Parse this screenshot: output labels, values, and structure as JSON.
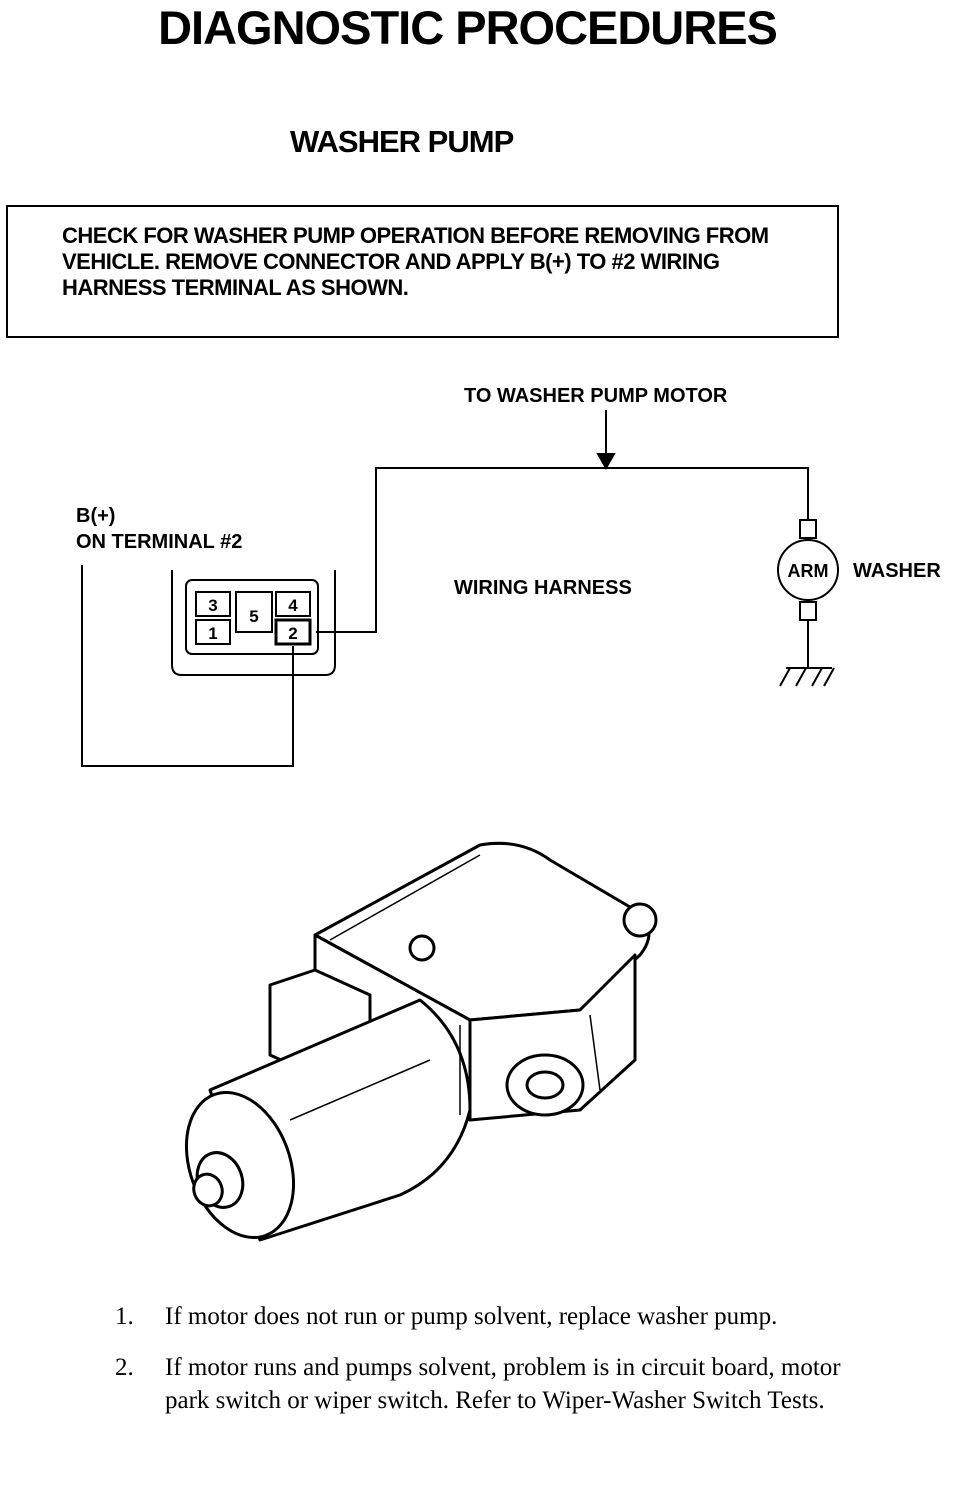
{
  "header": {
    "title": "DIAGNOSTIC PROCEDURES",
    "subtitle": "WASHER PUMP"
  },
  "note": {
    "text": "CHECK FOR WASHER PUMP OPERATION BEFORE REMOVING FROM VEHICLE. REMOVE CONNECTOR AND APPLY B(+) TO #2 WIRING HARNESS TERMINAL AS SHOWN."
  },
  "diagram": {
    "motor_label": "TO WASHER PUMP MOTOR",
    "bplus_label_1": "B(+)",
    "bplus_label_2": "ON TERMINAL #2",
    "harness_label": "WIRING HARNESS",
    "arm_label": "ARM",
    "washer_label": "WASHER",
    "terminals": [
      "3",
      "5",
      "4",
      "1",
      "2"
    ]
  },
  "steps": [
    {
      "num": "1.",
      "text": "If motor does not run or pump solvent, replace washer pump."
    },
    {
      "num": "2.",
      "text": "If motor runs and pumps solvent, problem is in circuit board, motor park switch or wiper switch. Refer to Wiper-Washer Switch Tests."
    }
  ]
}
